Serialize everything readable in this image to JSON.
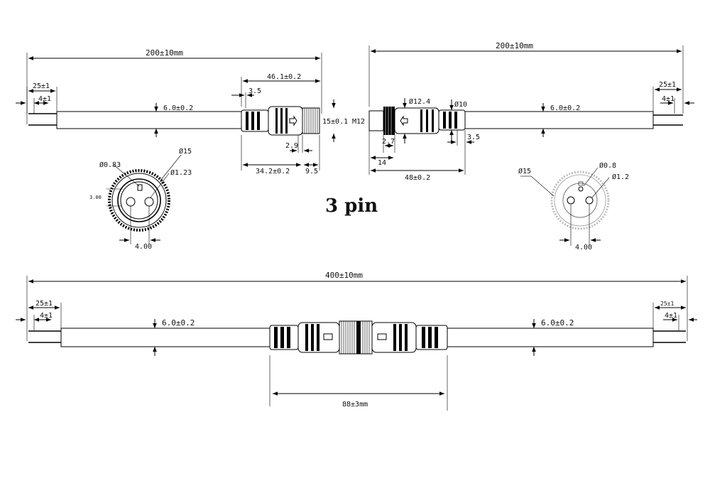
{
  "title": "3 pin",
  "labels": {
    "top_left_length": "200±10mm",
    "top_right_length": "200±10mm",
    "bottom_length": "400±10mm",
    "strip_left": "25±1",
    "tip_left": "4±1",
    "strip_right": "25±1",
    "tip_right": "4±1",
    "strip_bottom_left": "25±1",
    "tip_bottom_left": "4±1",
    "strip_bottom_right": "25±1",
    "tip_bottom_right": "4±1",
    "cable_dia_left": "6.0±0.2",
    "cable_dia_right": "6.0±0.2",
    "cable_dia_bottom_left": "6.0±0.2",
    "cable_dia_bottom_right": "6.0±0.2",
    "female_total": "46.1±0.2",
    "female_body": "34.2±0.2",
    "female_nut": "9.5",
    "female_gap": "2.9",
    "female_step": "3.5",
    "female_nut_dia": "15±0.1",
    "male_thread": "M12",
    "male_dia_a": "Ø12.4",
    "male_dia_b": "Ø10",
    "male_thread_len": "2.7",
    "male_thread_14": "14",
    "male_total": "48±0.2",
    "male_step": "3.5",
    "face_left_outer": "Ø15",
    "face_left_small": "Ø0.83",
    "face_left_pin": "Ø1.23",
    "face_left_height": "3.00",
    "face_left_pitch": "4.00",
    "face_right_outer": "Ø15",
    "face_right_small": "Ø0.8",
    "face_right_pin": "Ø1.2",
    "face_right_pitch": "4.00",
    "mated_length": "88±3mm"
  }
}
